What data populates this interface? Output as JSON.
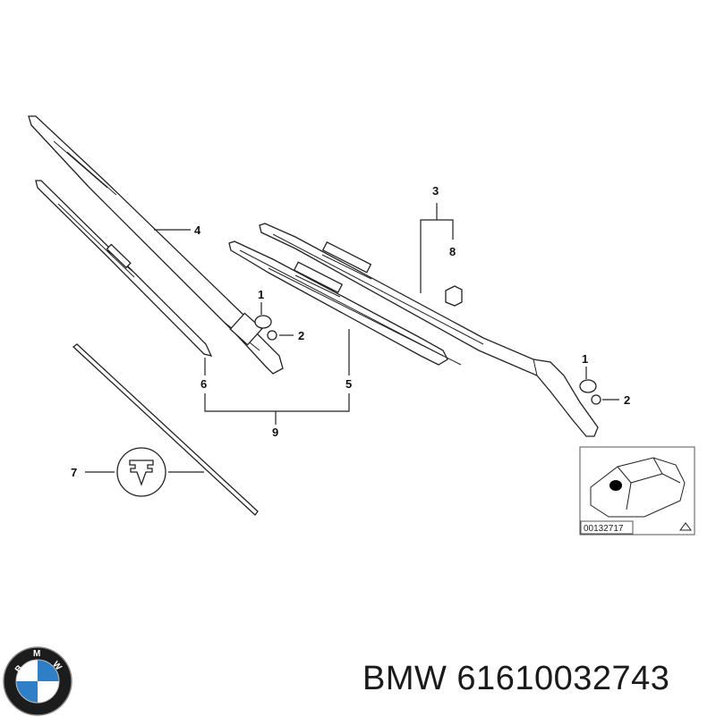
{
  "callouts": {
    "c1a": "1",
    "c2a": "2",
    "c1b": "1",
    "c2b": "2",
    "c3": "3",
    "c4": "4",
    "c5": "5",
    "c6": "6",
    "c7": "7",
    "c8": "8",
    "c9": "9"
  },
  "inset": {
    "code": "00132717"
  },
  "footer": {
    "brand": "BMW",
    "part_number": "61610032743",
    "text": "BMW 61610032743"
  },
  "logo": {
    "letters": [
      "B",
      "M",
      "W"
    ]
  },
  "colors": {
    "line": "#222222",
    "logo_blue": "#2f7fc8",
    "logo_ring": "#1c1c1c",
    "text": "#1a1a1a"
  }
}
